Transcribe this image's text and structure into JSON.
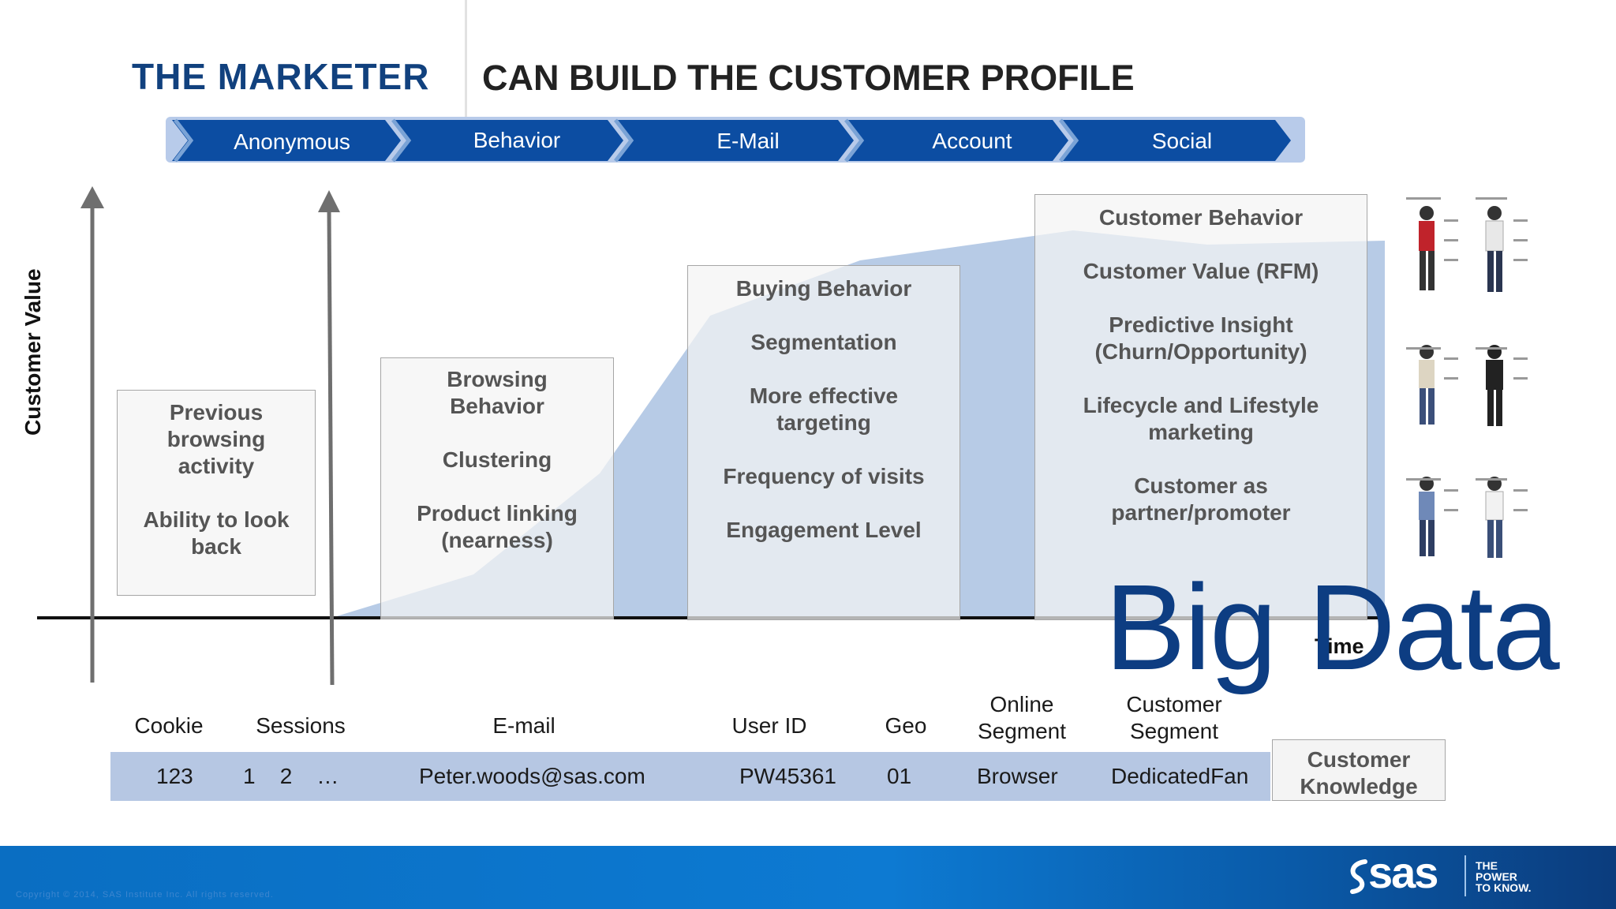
{
  "title": {
    "left": "THE MARKETER",
    "right": "CAN BUILD THE CUSTOMER PROFILE"
  },
  "stages": [
    "Anonymous",
    "Behavior",
    "E-Mail",
    "Account",
    "Social"
  ],
  "axes": {
    "y_label": "Customer Value",
    "x_label": "Time"
  },
  "boxes": [
    {
      "lines": [
        "Previous",
        "browsing",
        "activity",
        "",
        "Ability to look",
        "back"
      ]
    },
    {
      "lines": [
        "Browsing",
        "Behavior",
        "",
        "Clustering",
        "",
        "Product linking",
        "(nearness)"
      ]
    },
    {
      "lines": [
        "Buying Behavior",
        "",
        "Segmentation",
        "",
        "More effective",
        "targeting",
        "",
        "Frequency of visits",
        "",
        "Engagement Level"
      ]
    },
    {
      "lines": [
        "Customer Behavior",
        "",
        "Customer Value (RFM)",
        "",
        "Predictive Insight",
        "(Churn/Opportunity)",
        "",
        "Lifecycle and Lifestyle",
        "marketing",
        "",
        "Customer as",
        "partner/promoter"
      ]
    }
  ],
  "big_data_label": "Big Data",
  "columns": [
    {
      "label": "Cookie",
      "value": "123"
    },
    {
      "label": "Sessions",
      "value": "1    2    …"
    },
    {
      "label": "E-mail",
      "value": "Peter.woods@sas.com"
    },
    {
      "label": "User ID",
      "value": "PW45361"
    },
    {
      "label": "Geo",
      "value": "01"
    },
    {
      "label": "Online\nSegment",
      "value": "Browser"
    },
    {
      "label": "Customer\nSegment",
      "value": "DedicatedFan"
    }
  ],
  "knowledge_box": {
    "label": "Customer\nKnowledge"
  },
  "footer": {
    "copyright": "Copyright © 2014, SAS Institute Inc. All rights reserved.",
    "brand": "sas",
    "tagline": [
      "THE",
      "POWER",
      "TO KNOW."
    ]
  },
  "colors": {
    "title_blue": "#11417e",
    "stage_blue": "#0c4da2",
    "area_blue": "#b7cbe6",
    "row_band": "#b6c7e3",
    "footer_blue": "#0a6ec2"
  }
}
